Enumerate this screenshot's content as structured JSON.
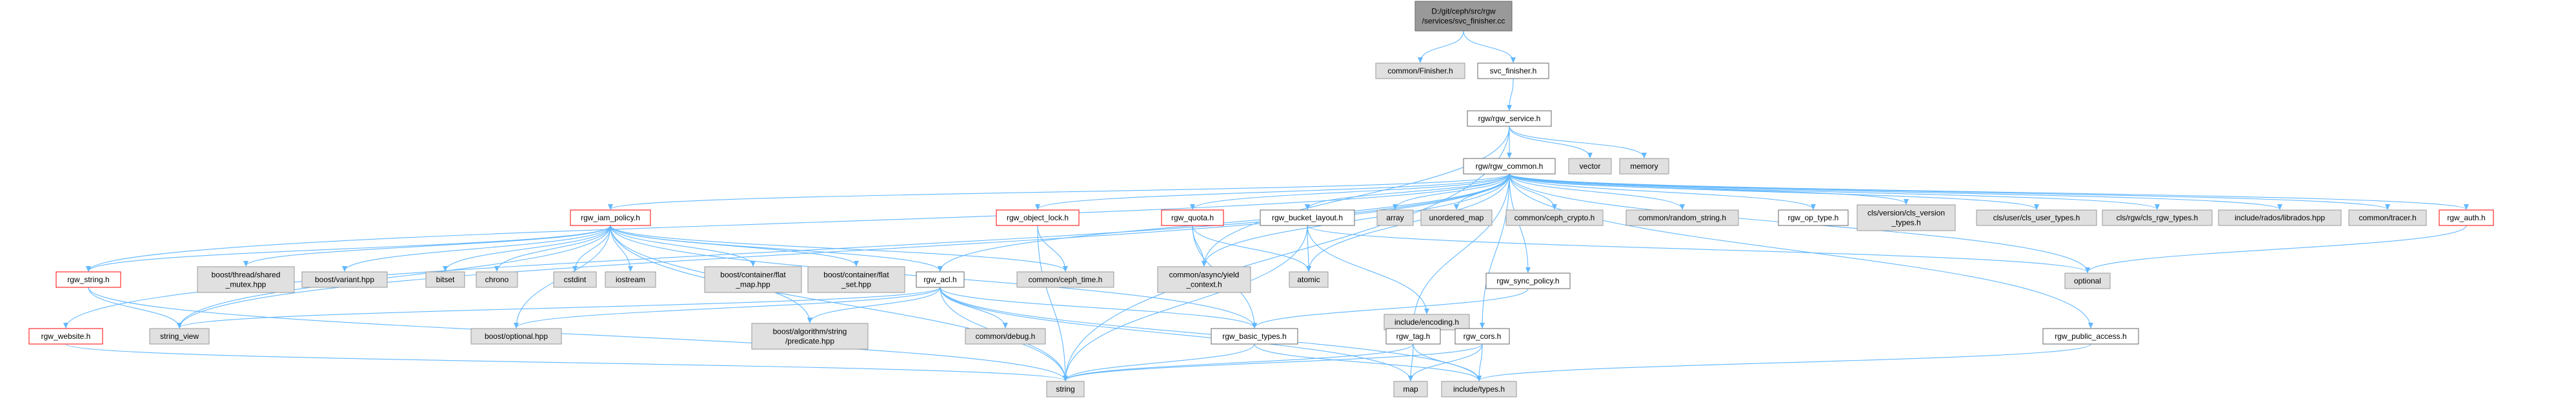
{
  "graph": {
    "colors": {
      "edge": "#63b8ff",
      "root_fill": "#999999",
      "normal_fill": "#ffffff",
      "normal_border": "#666666",
      "external_fill": "#e0e0e0",
      "external_border": "#999999",
      "incomplete_border": "#ff0000"
    },
    "nodes": [
      {
        "id": "root",
        "lines": [
          "D:/git/ceph/src/rgw",
          "/services/svc_finisher.cc"
        ],
        "kind": "root"
      },
      {
        "id": "common_finisher",
        "lines": [
          "common/Finisher.h"
        ],
        "kind": "external"
      },
      {
        "id": "svc_finisher",
        "lines": [
          "svc_finisher.h"
        ],
        "kind": "normal"
      },
      {
        "id": "rgw_service",
        "lines": [
          "rgw/rgw_service.h"
        ],
        "kind": "normal"
      },
      {
        "id": "vector",
        "lines": [
          "vector"
        ],
        "kind": "external"
      },
      {
        "id": "memory",
        "lines": [
          "memory"
        ],
        "kind": "external"
      },
      {
        "id": "rgw_common",
        "lines": [
          "rgw/rgw_common.h"
        ],
        "kind": "normal"
      },
      {
        "id": "rgw_iam_policy",
        "lines": [
          "rgw_iam_policy.h"
        ],
        "kind": "incomplete"
      },
      {
        "id": "rgw_object_lock",
        "lines": [
          "rgw_object_lock.h"
        ],
        "kind": "incomplete"
      },
      {
        "id": "rgw_quota",
        "lines": [
          "rgw_quota.h"
        ],
        "kind": "incomplete"
      },
      {
        "id": "rgw_bucket_layout",
        "lines": [
          "rgw_bucket_layout.h"
        ],
        "kind": "normal"
      },
      {
        "id": "array",
        "lines": [
          "array"
        ],
        "kind": "external"
      },
      {
        "id": "unordered_map",
        "lines": [
          "unordered_map"
        ],
        "kind": "external"
      },
      {
        "id": "ceph_crypto",
        "lines": [
          "common/ceph_crypto.h"
        ],
        "kind": "external"
      },
      {
        "id": "random_string",
        "lines": [
          "common/random_string.h"
        ],
        "kind": "external"
      },
      {
        "id": "rgw_op_type",
        "lines": [
          "rgw_op_type.h"
        ],
        "kind": "normal"
      },
      {
        "id": "cls_version",
        "lines": [
          "cls/version/cls_version",
          "_types.h"
        ],
        "kind": "external"
      },
      {
        "id": "cls_user",
        "lines": [
          "cls/user/cls_user_types.h"
        ],
        "kind": "external"
      },
      {
        "id": "cls_rgw",
        "lines": [
          "cls/rgw/cls_rgw_types.h"
        ],
        "kind": "external"
      },
      {
        "id": "librados",
        "lines": [
          "include/rados/librados.hpp"
        ],
        "kind": "external"
      },
      {
        "id": "tracer",
        "lines": [
          "common/tracer.h"
        ],
        "kind": "external"
      },
      {
        "id": "rgw_auth",
        "lines": [
          "rgw_auth.h"
        ],
        "kind": "incomplete"
      },
      {
        "id": "rgw_string",
        "lines": [
          "rgw_string.h"
        ],
        "kind": "incomplete"
      },
      {
        "id": "rgw_website",
        "lines": [
          "rgw_website.h"
        ],
        "kind": "incomplete"
      },
      {
        "id": "thread_shared_mutex",
        "lines": [
          "boost/thread/shared",
          "_mutex.hpp"
        ],
        "kind": "external"
      },
      {
        "id": "boost_variant",
        "lines": [
          "boost/variant.hpp"
        ],
        "kind": "external"
      },
      {
        "id": "bitset",
        "lines": [
          "bitset"
        ],
        "kind": "external"
      },
      {
        "id": "chrono",
        "lines": [
          "chrono"
        ],
        "kind": "external"
      },
      {
        "id": "cstdint",
        "lines": [
          "cstdint"
        ],
        "kind": "external"
      },
      {
        "id": "iostream",
        "lines": [
          "iostream"
        ],
        "kind": "external"
      },
      {
        "id": "flat_map",
        "lines": [
          "boost/container/flat",
          "_map.hpp"
        ],
        "kind": "external"
      },
      {
        "id": "flat_set",
        "lines": [
          "boost/container/flat",
          "_set.hpp"
        ],
        "kind": "external"
      },
      {
        "id": "rgw_acl",
        "lines": [
          "rgw_acl.h"
        ],
        "kind": "normal"
      },
      {
        "id": "ceph_time",
        "lines": [
          "common/ceph_time.h"
        ],
        "kind": "external"
      },
      {
        "id": "yield_context",
        "lines": [
          "common/async/yield",
          "_context.h"
        ],
        "kind": "external"
      },
      {
        "id": "atomic",
        "lines": [
          "atomic"
        ],
        "kind": "external"
      },
      {
        "id": "encoding",
        "lines": [
          "include/encoding.h"
        ],
        "kind": "external"
      },
      {
        "id": "optional",
        "lines": [
          "optional"
        ],
        "kind": "external"
      },
      {
        "id": "rgw_sync_policy",
        "lines": [
          "rgw_sync_policy.h"
        ],
        "kind": "normal"
      },
      {
        "id": "string_view",
        "lines": [
          "string_view"
        ],
        "kind": "external"
      },
      {
        "id": "boost_optional",
        "lines": [
          "boost/optional.hpp"
        ],
        "kind": "external"
      },
      {
        "id": "boost_predicate",
        "lines": [
          "boost/algorithm/string",
          "/predicate.hpp"
        ],
        "kind": "external"
      },
      {
        "id": "common_debug",
        "lines": [
          "common/debug.h"
        ],
        "kind": "external"
      },
      {
        "id": "rgw_basic_types",
        "lines": [
          "rgw_basic_types.h"
        ],
        "kind": "normal"
      },
      {
        "id": "rgw_tag",
        "lines": [
          "rgw_tag.h"
        ],
        "kind": "normal"
      },
      {
        "id": "rgw_cors",
        "lines": [
          "rgw_cors.h"
        ],
        "kind": "normal"
      },
      {
        "id": "rgw_public_access",
        "lines": [
          "rgw_public_access.h"
        ],
        "kind": "normal"
      },
      {
        "id": "string",
        "lines": [
          "string"
        ],
        "kind": "external"
      },
      {
        "id": "map",
        "lines": [
          "map"
        ],
        "kind": "external"
      },
      {
        "id": "include_types",
        "lines": [
          "include/types.h"
        ],
        "kind": "external"
      }
    ],
    "edges": [
      [
        "root",
        "common_finisher"
      ],
      [
        "root",
        "svc_finisher"
      ],
      [
        "svc_finisher",
        "rgw_service"
      ],
      [
        "rgw_service",
        "vector"
      ],
      [
        "rgw_service",
        "memory"
      ],
      [
        "rgw_service",
        "rgw_common"
      ],
      [
        "rgw_service",
        "string"
      ],
      [
        "rgw_service",
        "yield_context"
      ],
      [
        "rgw_common",
        "array"
      ],
      [
        "rgw_common",
        "unordered_map"
      ],
      [
        "rgw_common",
        "ceph_crypto"
      ],
      [
        "rgw_common",
        "random_string"
      ],
      [
        "rgw_common",
        "rgw_op_type"
      ],
      [
        "rgw_common",
        "cls_version"
      ],
      [
        "rgw_common",
        "cls_user"
      ],
      [
        "rgw_common",
        "cls_rgw"
      ],
      [
        "rgw_common",
        "librados"
      ],
      [
        "rgw_common",
        "tracer"
      ],
      [
        "rgw_common",
        "rgw_auth"
      ],
      [
        "rgw_common",
        "rgw_iam_policy"
      ],
      [
        "rgw_common",
        "rgw_object_lock"
      ],
      [
        "rgw_common",
        "rgw_quota"
      ],
      [
        "rgw_common",
        "rgw_bucket_layout"
      ],
      [
        "rgw_common",
        "rgw_string"
      ],
      [
        "rgw_common",
        "rgw_website"
      ],
      [
        "rgw_common",
        "rgw_acl"
      ],
      [
        "rgw_common",
        "rgw_sync_policy"
      ],
      [
        "rgw_common",
        "rgw_tag"
      ],
      [
        "rgw_common",
        "rgw_cors"
      ],
      [
        "rgw_common",
        "rgw_public_access"
      ],
      [
        "rgw_common",
        "yield_context"
      ],
      [
        "rgw_common",
        "atomic"
      ],
      [
        "rgw_common",
        "optional"
      ],
      [
        "rgw_common",
        "string_view"
      ],
      [
        "rgw_auth",
        "optional"
      ],
      [
        "rgw_iam_policy",
        "rgw_string"
      ],
      [
        "rgw_iam_policy",
        "thread_shared_mutex"
      ],
      [
        "rgw_iam_policy",
        "boost_variant"
      ],
      [
        "rgw_iam_policy",
        "bitset"
      ],
      [
        "rgw_iam_policy",
        "chrono"
      ],
      [
        "rgw_iam_policy",
        "cstdint"
      ],
      [
        "rgw_iam_policy",
        "iostream"
      ],
      [
        "rgw_iam_policy",
        "flat_map"
      ],
      [
        "rgw_iam_policy",
        "flat_set"
      ],
      [
        "rgw_iam_policy",
        "rgw_acl"
      ],
      [
        "rgw_iam_policy",
        "ceph_time"
      ],
      [
        "rgw_iam_policy",
        "boost_optional"
      ],
      [
        "rgw_iam_policy",
        "boost_predicate"
      ],
      [
        "rgw_iam_policy",
        "rgw_basic_types"
      ],
      [
        "rgw_iam_policy",
        "string"
      ],
      [
        "rgw_iam_policy",
        "string_view"
      ],
      [
        "rgw_object_lock",
        "ceph_time"
      ],
      [
        "rgw_object_lock",
        "string"
      ],
      [
        "rgw_quota",
        "yield_context"
      ],
      [
        "rgw_quota",
        "atomic"
      ],
      [
        "rgw_quota",
        "rgw_basic_types"
      ],
      [
        "rgw_bucket_layout",
        "atomic"
      ],
      [
        "rgw_bucket_layout",
        "encoding"
      ],
      [
        "rgw_bucket_layout",
        "optional"
      ],
      [
        "rgw_bucket_layout",
        "string"
      ],
      [
        "rgw_string",
        "string_view"
      ],
      [
        "rgw_string",
        "string"
      ],
      [
        "rgw_website",
        "string"
      ],
      [
        "rgw_acl",
        "string_view"
      ],
      [
        "rgw_acl",
        "boost_optional"
      ],
      [
        "rgw_acl",
        "boost_predicate"
      ],
      [
        "rgw_acl",
        "common_debug"
      ],
      [
        "rgw_acl",
        "rgw_basic_types"
      ],
      [
        "rgw_acl",
        "string"
      ],
      [
        "rgw_acl",
        "map"
      ],
      [
        "rgw_acl",
        "include_types"
      ],
      [
        "rgw_sync_policy",
        "rgw_basic_types"
      ],
      [
        "rgw_basic_types",
        "string"
      ],
      [
        "rgw_basic_types",
        "include_types"
      ],
      [
        "rgw_tag",
        "string"
      ],
      [
        "rgw_tag",
        "map"
      ],
      [
        "rgw_tag",
        "include_types"
      ],
      [
        "rgw_cors",
        "string"
      ],
      [
        "rgw_cors",
        "map"
      ],
      [
        "rgw_cors",
        "include_types"
      ],
      [
        "rgw_public_access",
        "include_types"
      ]
    ]
  }
}
